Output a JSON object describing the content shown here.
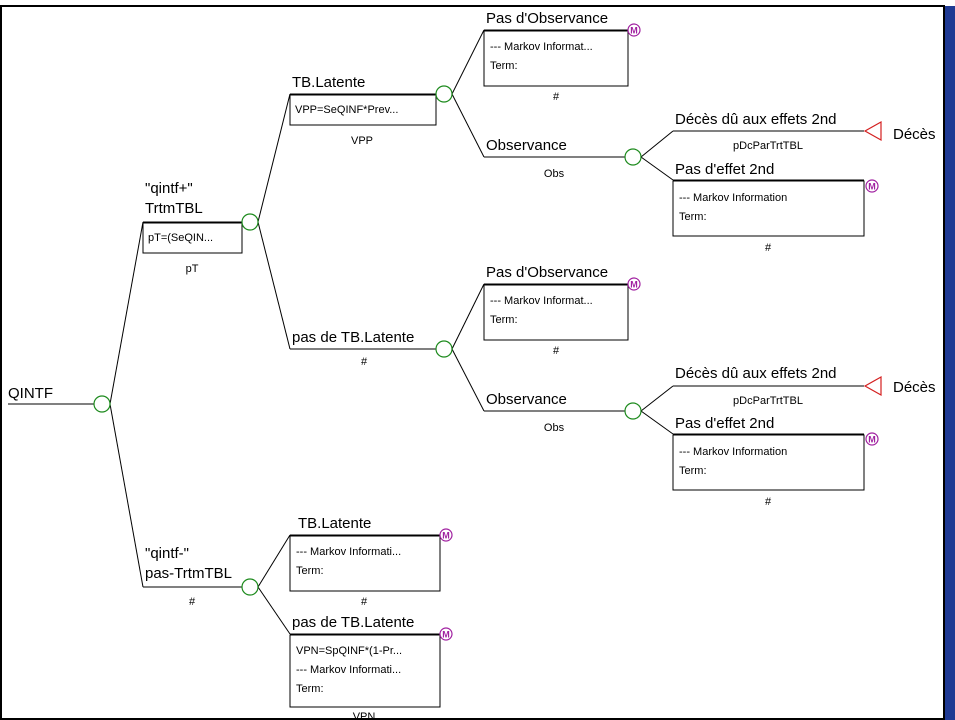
{
  "colors": {
    "frame": "#000000",
    "right_bar": "#1f3a93",
    "chance_node": "#1c8a1c",
    "terminal_node": "#d42020",
    "markov_marker": "#a020a0"
  },
  "tree": {
    "root": {
      "label": "QINTF",
      "icon": "chance-node-icon"
    },
    "qintf_pos": {
      "label_line1": "\"qintf+\"",
      "label_line2": "TrtmTBL",
      "box_line1": "pT=(SeQIN...",
      "prob": "pT",
      "tb_latente": {
        "label": "TB.Latente",
        "box_line1": "VPP=SeQINF*Prev...",
        "prob": "VPP",
        "pas_observance": {
          "label": "Pas d'Observance",
          "box_line1": "--- Markov Informat...",
          "box_line2": "Term:",
          "prob": "#",
          "icon": "markov-marker-icon"
        },
        "observance": {
          "label": "Observance",
          "prob": "Obs",
          "deces": {
            "label": "Décès dû aux effets 2nd",
            "prob": "pDcParTrtTBL",
            "terminal": "Décès"
          },
          "pas_effet": {
            "label": "Pas d'effet 2nd",
            "box_line1": "--- Markov Information",
            "box_line2": "Term:",
            "prob": "#"
          }
        }
      },
      "pas_tb_latente": {
        "label": "pas de TB.Latente",
        "prob": "#",
        "pas_observance": {
          "label": "Pas d'Observance",
          "box_line1": "--- Markov Informat...",
          "box_line2": "Term:",
          "prob": "#"
        },
        "observance": {
          "label": "Observance",
          "prob": "Obs",
          "deces": {
            "label": "Décès dû aux effets 2nd",
            "prob": "pDcParTrtTBL",
            "terminal": "Décès"
          },
          "pas_effet": {
            "label": "Pas d'effet 2nd",
            "box_line1": "--- Markov Information",
            "box_line2": "Term:",
            "prob": "#"
          }
        }
      }
    },
    "qintf_neg": {
      "label_line1": "\"qintf-\"",
      "label_line2": "pas-TrtmTBL",
      "prob": "#",
      "tb_latente": {
        "label": "TB.Latente",
        "box_line1": "--- Markov Informati...",
        "box_line2": "Term:",
        "prob": "#"
      },
      "pas_tb_latente": {
        "label": "pas de TB.Latente",
        "box_line1": "VPN=SpQINF*(1-Pr...",
        "box_line2": "--- Markov Informati...",
        "box_line3": "Term:",
        "prob": "VPN"
      }
    }
  }
}
